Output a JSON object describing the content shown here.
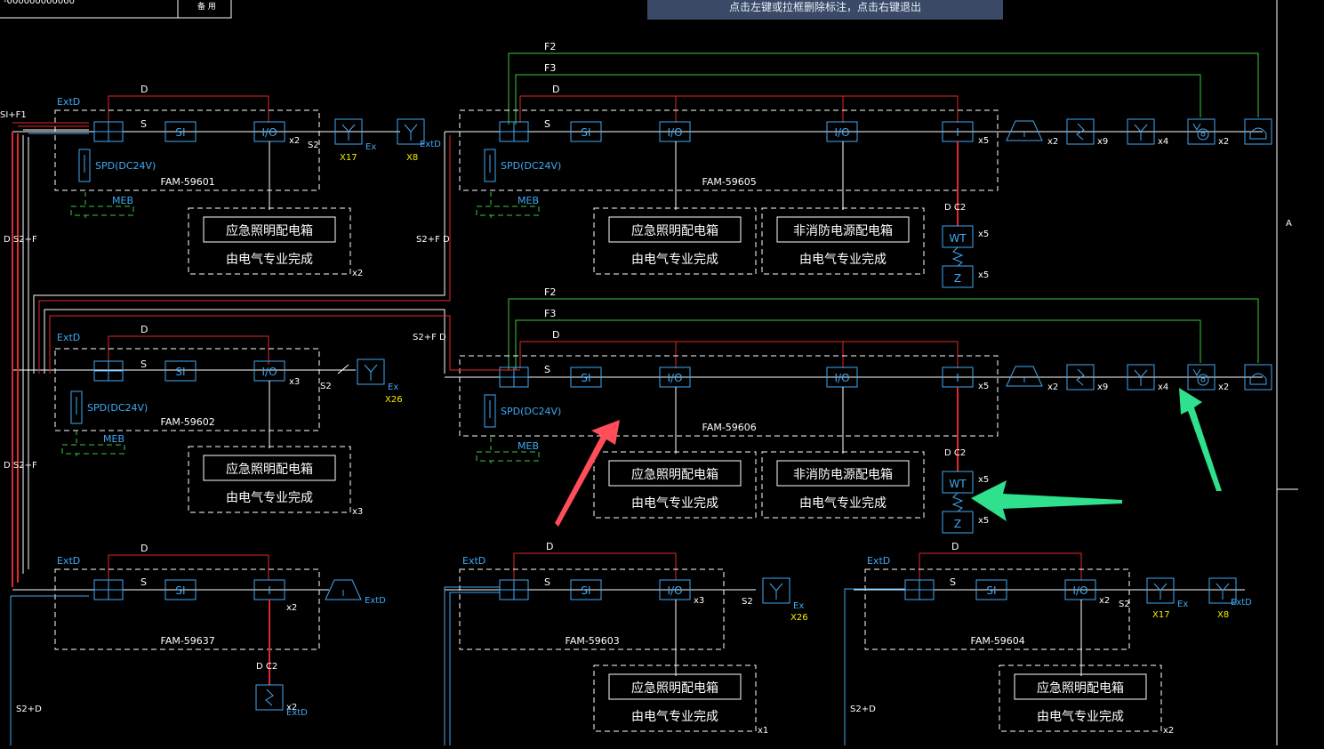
{
  "banner": "点击左键或拉框删除标注，点击右键退出",
  "labels": {
    "D": "D",
    "S": "S",
    "SI": "SI",
    "IO": "I/O",
    "I": "I",
    "F2": "F2",
    "F3": "F3",
    "ExtD": "ExtD",
    "Ex": "Ex",
    "S2": "S2",
    "X17": "X17",
    "X8": "X8",
    "X26": "X26",
    "MEB": "MEB",
    "SPD": "SPD(DC24V)",
    "WT": "WT",
    "Z": "Z",
    "DC2": "D C2",
    "S2F": "S2+F",
    "DS2F": "D S2+F",
    "S2FD": "S2+F D",
    "S2D": "S2+D",
    "x1": "x1",
    "x2": "x2",
    "x3": "x3",
    "x4": "x4",
    "x5": "x5",
    "x9": "x9",
    "SIF1": "SI+F1",
    "A": "A",
    "cornerTop": "-000000000000",
    "cornerCell": "备 用"
  },
  "panels": {
    "emergency": "应急照明配电箱",
    "nonfire": "非消防电源配电箱",
    "byElec": "由电气专业完成"
  },
  "modules": {
    "m1": "FAM-59601",
    "m2": "FAM-59602",
    "m3": "FAM-59637",
    "m4": "FAM-59605",
    "m5": "FAM-59606",
    "m6": "FAM-59603",
    "m7": "FAM-59604"
  },
  "colors": {
    "background": "#000000",
    "device": "#3fa9f5",
    "red": "#e02828",
    "green": "#3cc83c",
    "white": "#ffffff",
    "yellow": "#f0f000",
    "arrowRed": "#ff4d5a",
    "arrowGreen": "#2fe08c"
  }
}
